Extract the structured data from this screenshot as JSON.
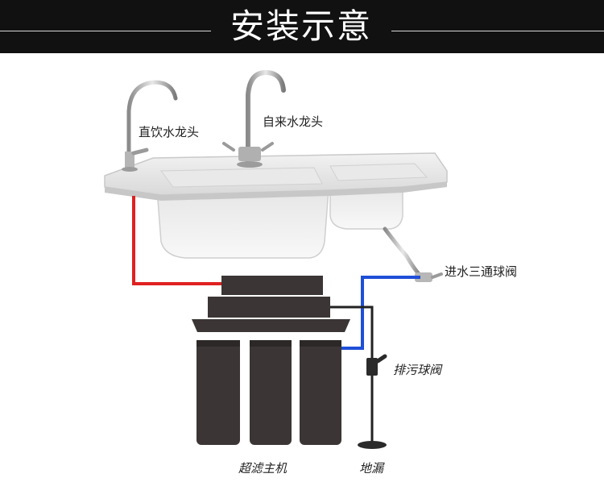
{
  "header": {
    "title": "安装示意"
  },
  "labels": {
    "direct_faucet": "直饮水龙头",
    "tap_faucet": "自来水龙头",
    "inlet_valve": "进水三通球阀",
    "drain_valve": "排污球阀",
    "main_unit": "超滤主机",
    "floor_drain": "地漏"
  },
  "colors": {
    "header_bg": "#111111",
    "pipe_red": "#e02020",
    "pipe_blue": "#1f4fd8",
    "pipe_black": "#222222",
    "unit_dark": "#3b3635"
  }
}
